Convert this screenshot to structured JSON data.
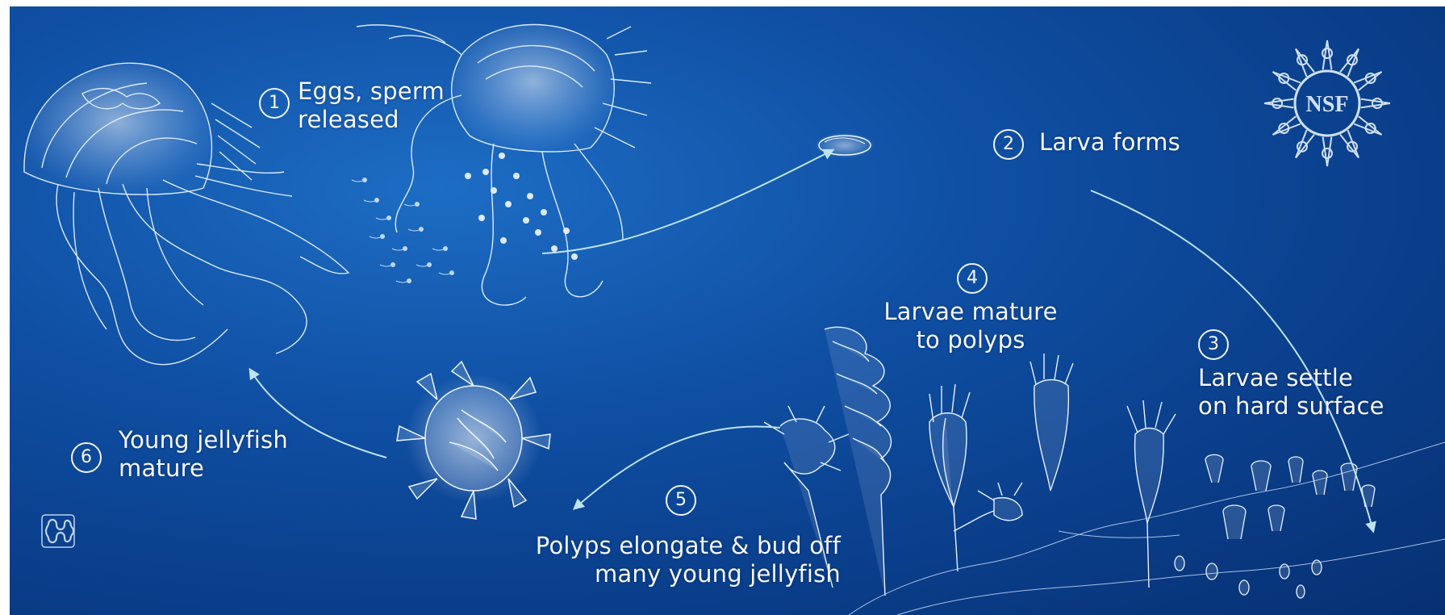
{
  "stages": [
    {
      "number": "1",
      "line1": "Eggs, sperm",
      "line2": "released"
    },
    {
      "number": "2",
      "line1": "Larva forms"
    },
    {
      "number": "3",
      "line1": "Larvae settle",
      "line2": "on hard surface"
    },
    {
      "number": "4",
      "line1": "Larvae mature",
      "line2": "to polyps"
    },
    {
      "number": "5",
      "line1": "Polyps elongate & bud off",
      "line2": "many young jellyfish"
    },
    {
      "number": "6",
      "line1": "Young jellyfish",
      "line2": "mature"
    }
  ],
  "logos": {
    "seal_text": "NSF",
    "corner_emblem": "knot-emblem-icon"
  },
  "colors": {
    "ocean_light": "#1d6dc4",
    "ocean_dark": "#073072",
    "line_art": "#dcebff",
    "arrow": "#bfe3f2"
  }
}
